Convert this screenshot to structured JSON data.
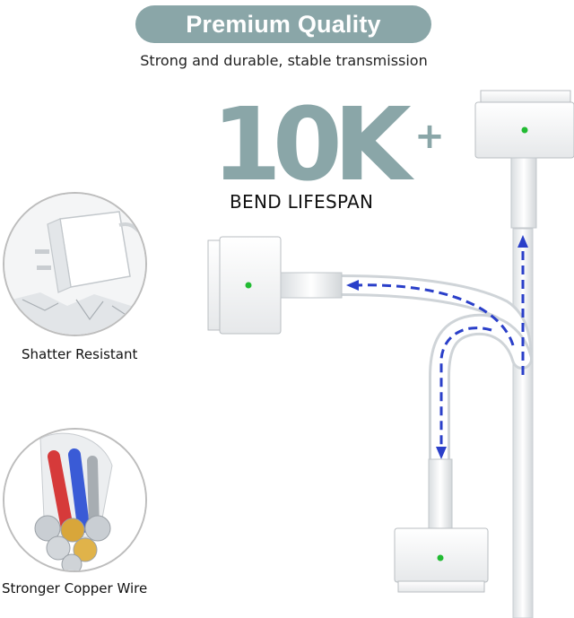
{
  "header": {
    "banner_text": "Premium Quality",
    "subtitle": "Strong and durable, stable transmission"
  },
  "feature": {
    "big_number": "10K",
    "plus_sign": "+",
    "bend_label": "BEND LIFESPAN"
  },
  "insets": [
    {
      "caption": "Shatter Resistant",
      "icon": "power-adapter-icon"
    },
    {
      "caption": "Stronger Copper Wire",
      "icon": "copper-wire-icon"
    }
  ],
  "colors": {
    "accent": "#8aa6a8",
    "arrow": "#2a3fc9",
    "connector_dot": "#22bb33"
  }
}
